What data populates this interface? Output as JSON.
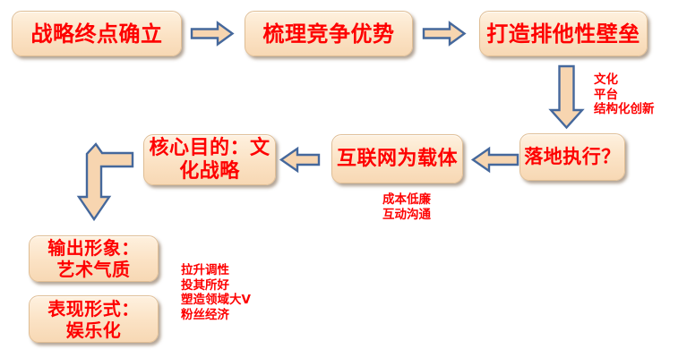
{
  "flow": {
    "step1": "战略终点确立",
    "step2": "梳理竞争优势",
    "step3": "打造排他性壁垒",
    "step4": "落地执行？",
    "step5": "互联网为载体",
    "step6_line1": "核心目的：文",
    "step6_line2": "化战略",
    "step7_line1": "输出形象：",
    "step7_line2": "艺术气质",
    "step8_line1": "表现形式：",
    "step8_line2": "娱乐化"
  },
  "annotations": {
    "barrier": [
      "文化",
      "平台",
      "结构化创新"
    ],
    "internet": [
      "成本低廉",
      "互动沟通"
    ],
    "persona": [
      "拉升调性",
      "投其所好",
      "塑造领域大V",
      "粉丝经济"
    ]
  },
  "colors": {
    "box_fill_top": "#FEF1DF",
    "box_fill_bottom": "#F7D8B4",
    "box_border": "#E0BE95",
    "arrow_fill": "#F7D5B0",
    "arrow_stroke": "#45689C",
    "text_red": "#FE0000",
    "background": "#FFFFFF"
  }
}
